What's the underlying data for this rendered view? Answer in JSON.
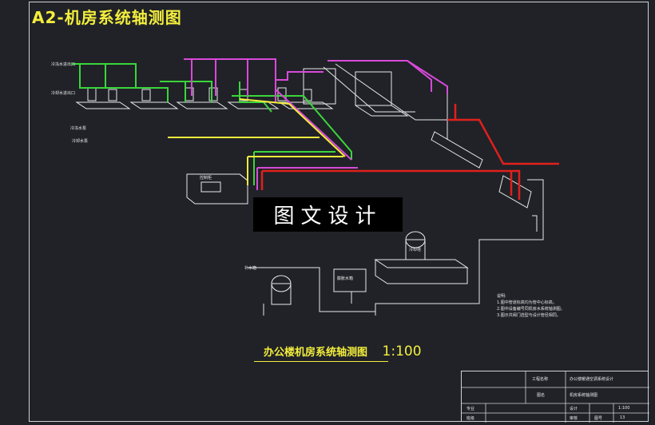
{
  "sheet": {
    "title": "A2-机房系统轴测图",
    "watermark": "图文设计",
    "caption": "办公楼机房系统轴测图",
    "scale": "1:100"
  },
  "legend_labels": {
    "pipe_label_1": "冷冻水进出口",
    "pipe_label_2": "冷却水进出口",
    "pipe_label_3": "冷冻水泵",
    "pipe_label_4": "冷却水泵",
    "pipe_label_5": "补水箱",
    "pipe_label_6": "冷却塔",
    "pipe_label_7": "膨胀水箱",
    "pipe_label_8": "控制柜"
  },
  "notes": {
    "heading": "说明:",
    "line1": "1.图中管道标高均为管中心标高。",
    "line2": "2.图中设备编号同机房水系统轴测图。",
    "line3": "3.图示共阀门选型与设计管径相同。"
  },
  "title_block": {
    "project_label": "工程名称",
    "project_value": "办公楼暖通空调系统设计",
    "drawing_label": "图名",
    "drawing_value": "机房系统轴测图",
    "major_label": "专业",
    "design_label": "设计",
    "scale_value": "1:100",
    "student_label": "班级",
    "check_label": "审核",
    "number_label": "图号",
    "number_value": "13"
  },
  "colors": {
    "background": "#202228",
    "supply_red": "#e0201c",
    "return_magenta": "#d84ad8",
    "green": "#3ad63a",
    "yellow": "#f3ee3c",
    "white": "#e8e8e8"
  }
}
